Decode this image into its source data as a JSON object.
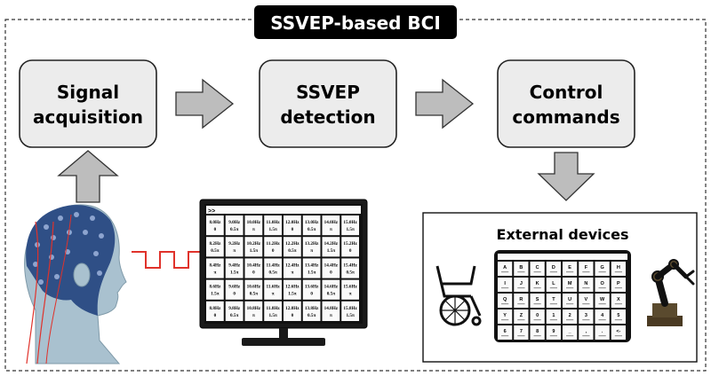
{
  "title": "SSVEP-based BCI",
  "boxes": [
    {
      "lines": [
        "Signal",
        "acquisition"
      ]
    },
    {
      "lines": [
        "SSVEP",
        "detection"
      ]
    },
    {
      "lines": [
        "Control",
        "commands"
      ]
    }
  ],
  "external": {
    "title": "External devices",
    "keys": [
      "A",
      "B",
      "C",
      "D",
      "E",
      "F",
      "G",
      "H",
      "I",
      "J",
      "K",
      "L",
      "M",
      "N",
      "O",
      "P",
      "Q",
      "R",
      "S",
      "T",
      "U",
      "V",
      "W",
      "X",
      "Y",
      "Z",
      "0",
      "1",
      "2",
      "3",
      "4",
      "5",
      "6",
      "7",
      "8",
      "9",
      "_",
      ",",
      ".",
      "<-"
    ]
  },
  "stimulus": {
    "header": ">>",
    "cells": [
      [
        "8.0Hz",
        "0"
      ],
      [
        "9.0Hz",
        "0.5π"
      ],
      [
        "10.0Hz",
        "π"
      ],
      [
        "11.0Hz",
        "1.5π"
      ],
      [
        "12.0Hz",
        "0"
      ],
      [
        "13.0Hz",
        "0.5π"
      ],
      [
        "14.0Hz",
        "π"
      ],
      [
        "15.0Hz",
        "1.5π"
      ],
      [
        "8.2Hz",
        "0.5π"
      ],
      [
        "9.2Hz",
        "π"
      ],
      [
        "10.2Hz",
        "1.5π"
      ],
      [
        "11.2Hz",
        "0"
      ],
      [
        "12.2Hz",
        "0.5π"
      ],
      [
        "13.2Hz",
        "π"
      ],
      [
        "14.2Hz",
        "1.5π"
      ],
      [
        "15.2Hz",
        "0"
      ],
      [
        "8.4Hz",
        "π"
      ],
      [
        "9.4Hz",
        "1.5π"
      ],
      [
        "10.4Hz",
        "0"
      ],
      [
        "11.4Hz",
        "0.5π"
      ],
      [
        "12.4Hz",
        "π"
      ],
      [
        "13.4Hz",
        "1.5π"
      ],
      [
        "14.4Hz",
        "0"
      ],
      [
        "15.4Hz",
        "0.5π"
      ],
      [
        "8.6Hz",
        "1.5π"
      ],
      [
        "9.6Hz",
        "0"
      ],
      [
        "10.6Hz",
        "0.5π"
      ],
      [
        "11.6Hz",
        "π"
      ],
      [
        "12.6Hz",
        "1.5π"
      ],
      [
        "13.6Hz",
        "0"
      ],
      [
        "14.6Hz",
        "0.5π"
      ],
      [
        "15.6Hz",
        "π"
      ],
      [
        "8.8Hz",
        "0"
      ],
      [
        "9.8Hz",
        "0.5π"
      ],
      [
        "10.8Hz",
        "π"
      ],
      [
        "11.8Hz",
        "1.5π"
      ],
      [
        "12.8Hz",
        "0"
      ],
      [
        "13.8Hz",
        "0.5π"
      ],
      [
        "14.8Hz",
        "π"
      ],
      [
        "15.8Hz",
        "1.5π"
      ]
    ]
  },
  "colors": {
    "box_fill": "#ececec",
    "arrow_fill": "#bdbdbd",
    "signal": "#e0322b",
    "cap": "#2f4f86",
    "skin": "#a9c1cf"
  }
}
